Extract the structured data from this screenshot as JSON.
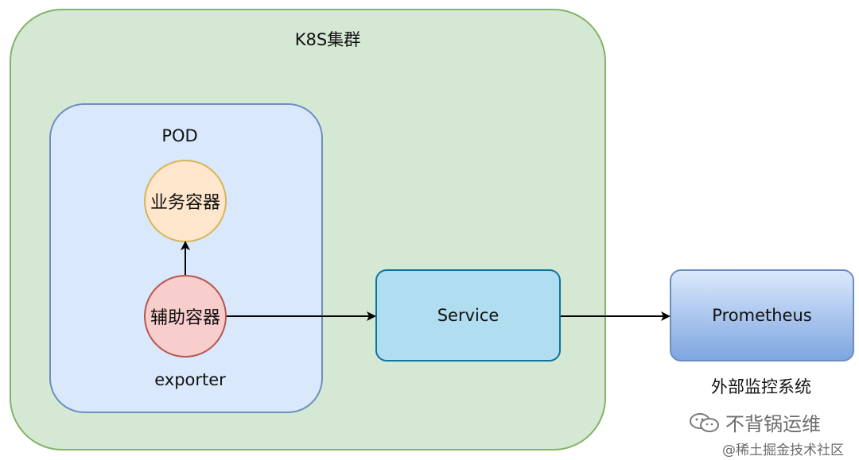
{
  "cluster": {
    "title": "K8S集群"
  },
  "pod": {
    "title": "POD",
    "business_container": "业务容器",
    "helper_container": "辅助容器",
    "helper_caption": "exporter"
  },
  "service": {
    "label": "Service"
  },
  "prometheus": {
    "label": "Prometheus",
    "caption": "外部监控系统"
  },
  "watermark": {
    "main": "不背锅运维",
    "sub": "@稀土掘金技术社区",
    "icon": "wechat-icon"
  },
  "colors": {
    "cluster_fill": "#d5e8d4",
    "cluster_stroke": "#82b366",
    "pod_fill": "#dae8fc",
    "pod_stroke": "#6c8ebf",
    "business_fill": "#ffe6cc",
    "business_stroke": "#d6b656",
    "helper_fill": "#f8cecc",
    "helper_stroke": "#b85450",
    "service_fill": "#b1ddf0",
    "service_stroke": "#10739e",
    "prometheus_fill_top": "#dae8fc",
    "prometheus_fill_bottom": "#7ea6e0"
  }
}
